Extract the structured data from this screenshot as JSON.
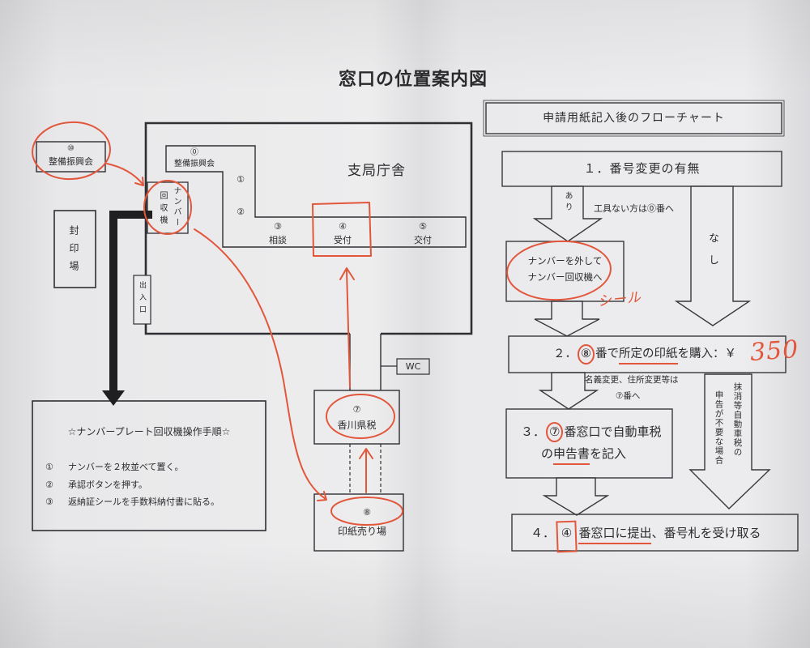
{
  "title": "窓口の位置案内図",
  "map": {
    "seibi_outside": {
      "number": "⑩",
      "label": "整備振興会"
    },
    "building_label": "支局庁舎",
    "seibi_inside": {
      "number": "⓪",
      "label": "整備振興会"
    },
    "window_1": "①",
    "window_2": "②",
    "counters": [
      {
        "number": "③",
        "label": "相談"
      },
      {
        "number": "④",
        "label": "受付"
      },
      {
        "number": "⑤",
        "label": "交付"
      }
    ],
    "number_machine": {
      "col_right": "ナンバー",
      "col_left": "回収機"
    },
    "seal_area": "封印場",
    "entrance": "出入口",
    "wc": "WC",
    "kagawa_tax": {
      "number": "⑦",
      "label": "香川県税"
    },
    "stamp_shop": {
      "number": "⑧",
      "label": "印紙売り場"
    }
  },
  "procedure": {
    "title": "☆ナンバープレート回収機操作手順☆",
    "steps": [
      {
        "number": "①",
        "text": "ナンバーを２枚並べて置く。"
      },
      {
        "number": "②",
        "text": "承認ボタンを押す。"
      },
      {
        "number": "③",
        "text": "返納証シールを手数料納付書に貼る。"
      }
    ]
  },
  "flowchart": {
    "title": "申請用紙記入後のフローチャート",
    "step1": "１．番号変更の有無",
    "branch_yes": "あり",
    "branch_no": "なし",
    "tool_note": "工具ない方は⓪番へ",
    "remove_plate": {
      "line1": "ナンバーを外して",
      "line2": "ナンバー回収機へ"
    },
    "step2": {
      "prefix": "２．",
      "window": "⑧",
      "mid": "番で",
      "item": "所定の印紙",
      "suffix": "を購入：￥"
    },
    "name_change_note": {
      "line1": "名義変更、住所変更等は",
      "line2": "⑦番へ"
    },
    "step3": {
      "prefix": "３．",
      "window": "⑦",
      "line1_rest": "番窓口で自動車税",
      "line2_pre": "の",
      "line2_item": "申告書",
      "line2_rest": "を記入"
    },
    "skip_note": {
      "col_right": "抹消等自動車税の",
      "col_left": "申告が不要な場合"
    },
    "step4": {
      "prefix": "４．",
      "window": "④",
      "rest1": "番窓口に提出",
      "rest2": "、番号札を受け取る"
    }
  },
  "handwritten": {
    "seal": "シール",
    "amount": "350"
  },
  "colors": {
    "ink": "#2b2b2d",
    "red_pen": "#e2573c",
    "paper": "#ececee"
  }
}
